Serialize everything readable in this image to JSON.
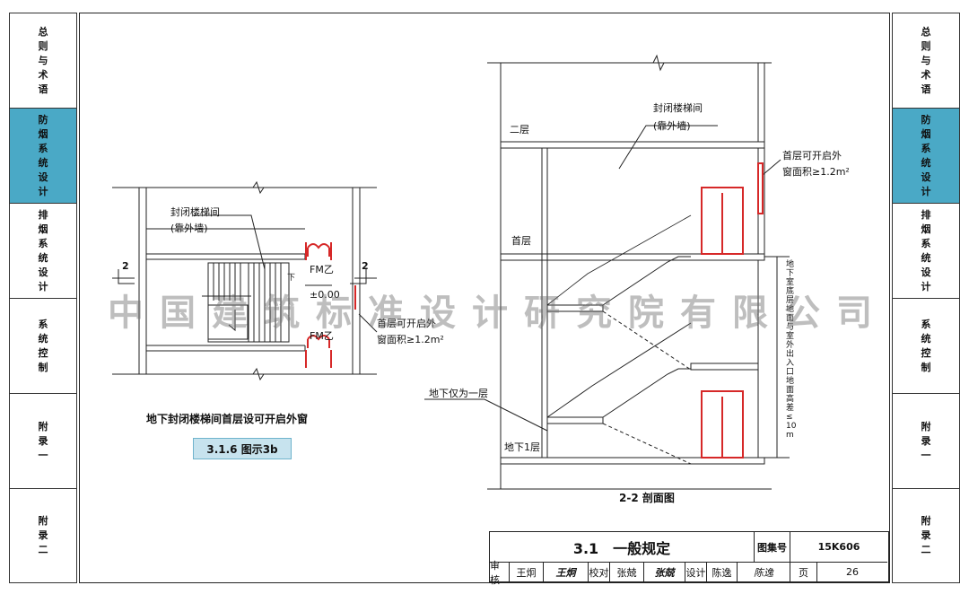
{
  "left_tabs": [
    {
      "label": "总则与术语",
      "active": false
    },
    {
      "label": "防烟系统设计",
      "active": true
    },
    {
      "label": "排烟系统设计",
      "active": false
    },
    {
      "label": "系统控制",
      "active": false
    },
    {
      "label": "附录一",
      "active": false
    },
    {
      "label": "附录二",
      "active": false
    }
  ],
  "right_tabs": [
    {
      "label": "总则与术语",
      "active": false
    },
    {
      "label": "防烟系统设计",
      "active": true
    },
    {
      "label": "排烟系统设计",
      "active": false
    },
    {
      "label": "系统控制",
      "active": false
    },
    {
      "label": "附录一",
      "active": false
    },
    {
      "label": "附录二",
      "active": false
    }
  ],
  "plan": {
    "stair_label": "封闭楼梯间",
    "stair_sub": "(靠外墙)",
    "door_top": "FM乙",
    "door_bottom": "FM乙",
    "elevation": "±0.00",
    "down_mark": "下",
    "section_mark_left": "2",
    "section_mark_right": "2",
    "window_note_1": "首层可开启外",
    "window_note_2": "窗面积≥1.2m²",
    "caption": "地下封闭楼梯间首层设可开启外窗",
    "badge": "3.1.6 图示3b"
  },
  "section": {
    "stair_label": "封闭楼梯间",
    "stair_sub": "(靠外墙)",
    "floor_2": "二层",
    "floor_1": "首层",
    "floor_b1": "地下1层",
    "basement_note": "地下仅为一层",
    "window_note_1": "首层可开启外",
    "window_note_2": "窗面积≥1.2m²",
    "vertical_note": "地下室底层地面与室外出入口地面高差≤10m",
    "caption": "2-2 剖面图"
  },
  "watermark": "中国建筑标准设计研究院有限公司",
  "title_block": {
    "title": "3.1　一般规定",
    "atlas_label": "图集号",
    "atlas_no": "15K606",
    "review_label": "审核",
    "review_name": "王炯",
    "review_sign": "王炯",
    "check_label": "校对",
    "check_name": "张兢",
    "check_sign": "张兢",
    "design_label": "设计",
    "design_name": "陈逸",
    "design_sign": "陈逸",
    "page_label": "页",
    "page_no": "26"
  },
  "colors": {
    "active_tab": "#4aa9c6",
    "door_red": "#d62828",
    "line": "#222222",
    "badge_bg": "#c7e3ee"
  }
}
